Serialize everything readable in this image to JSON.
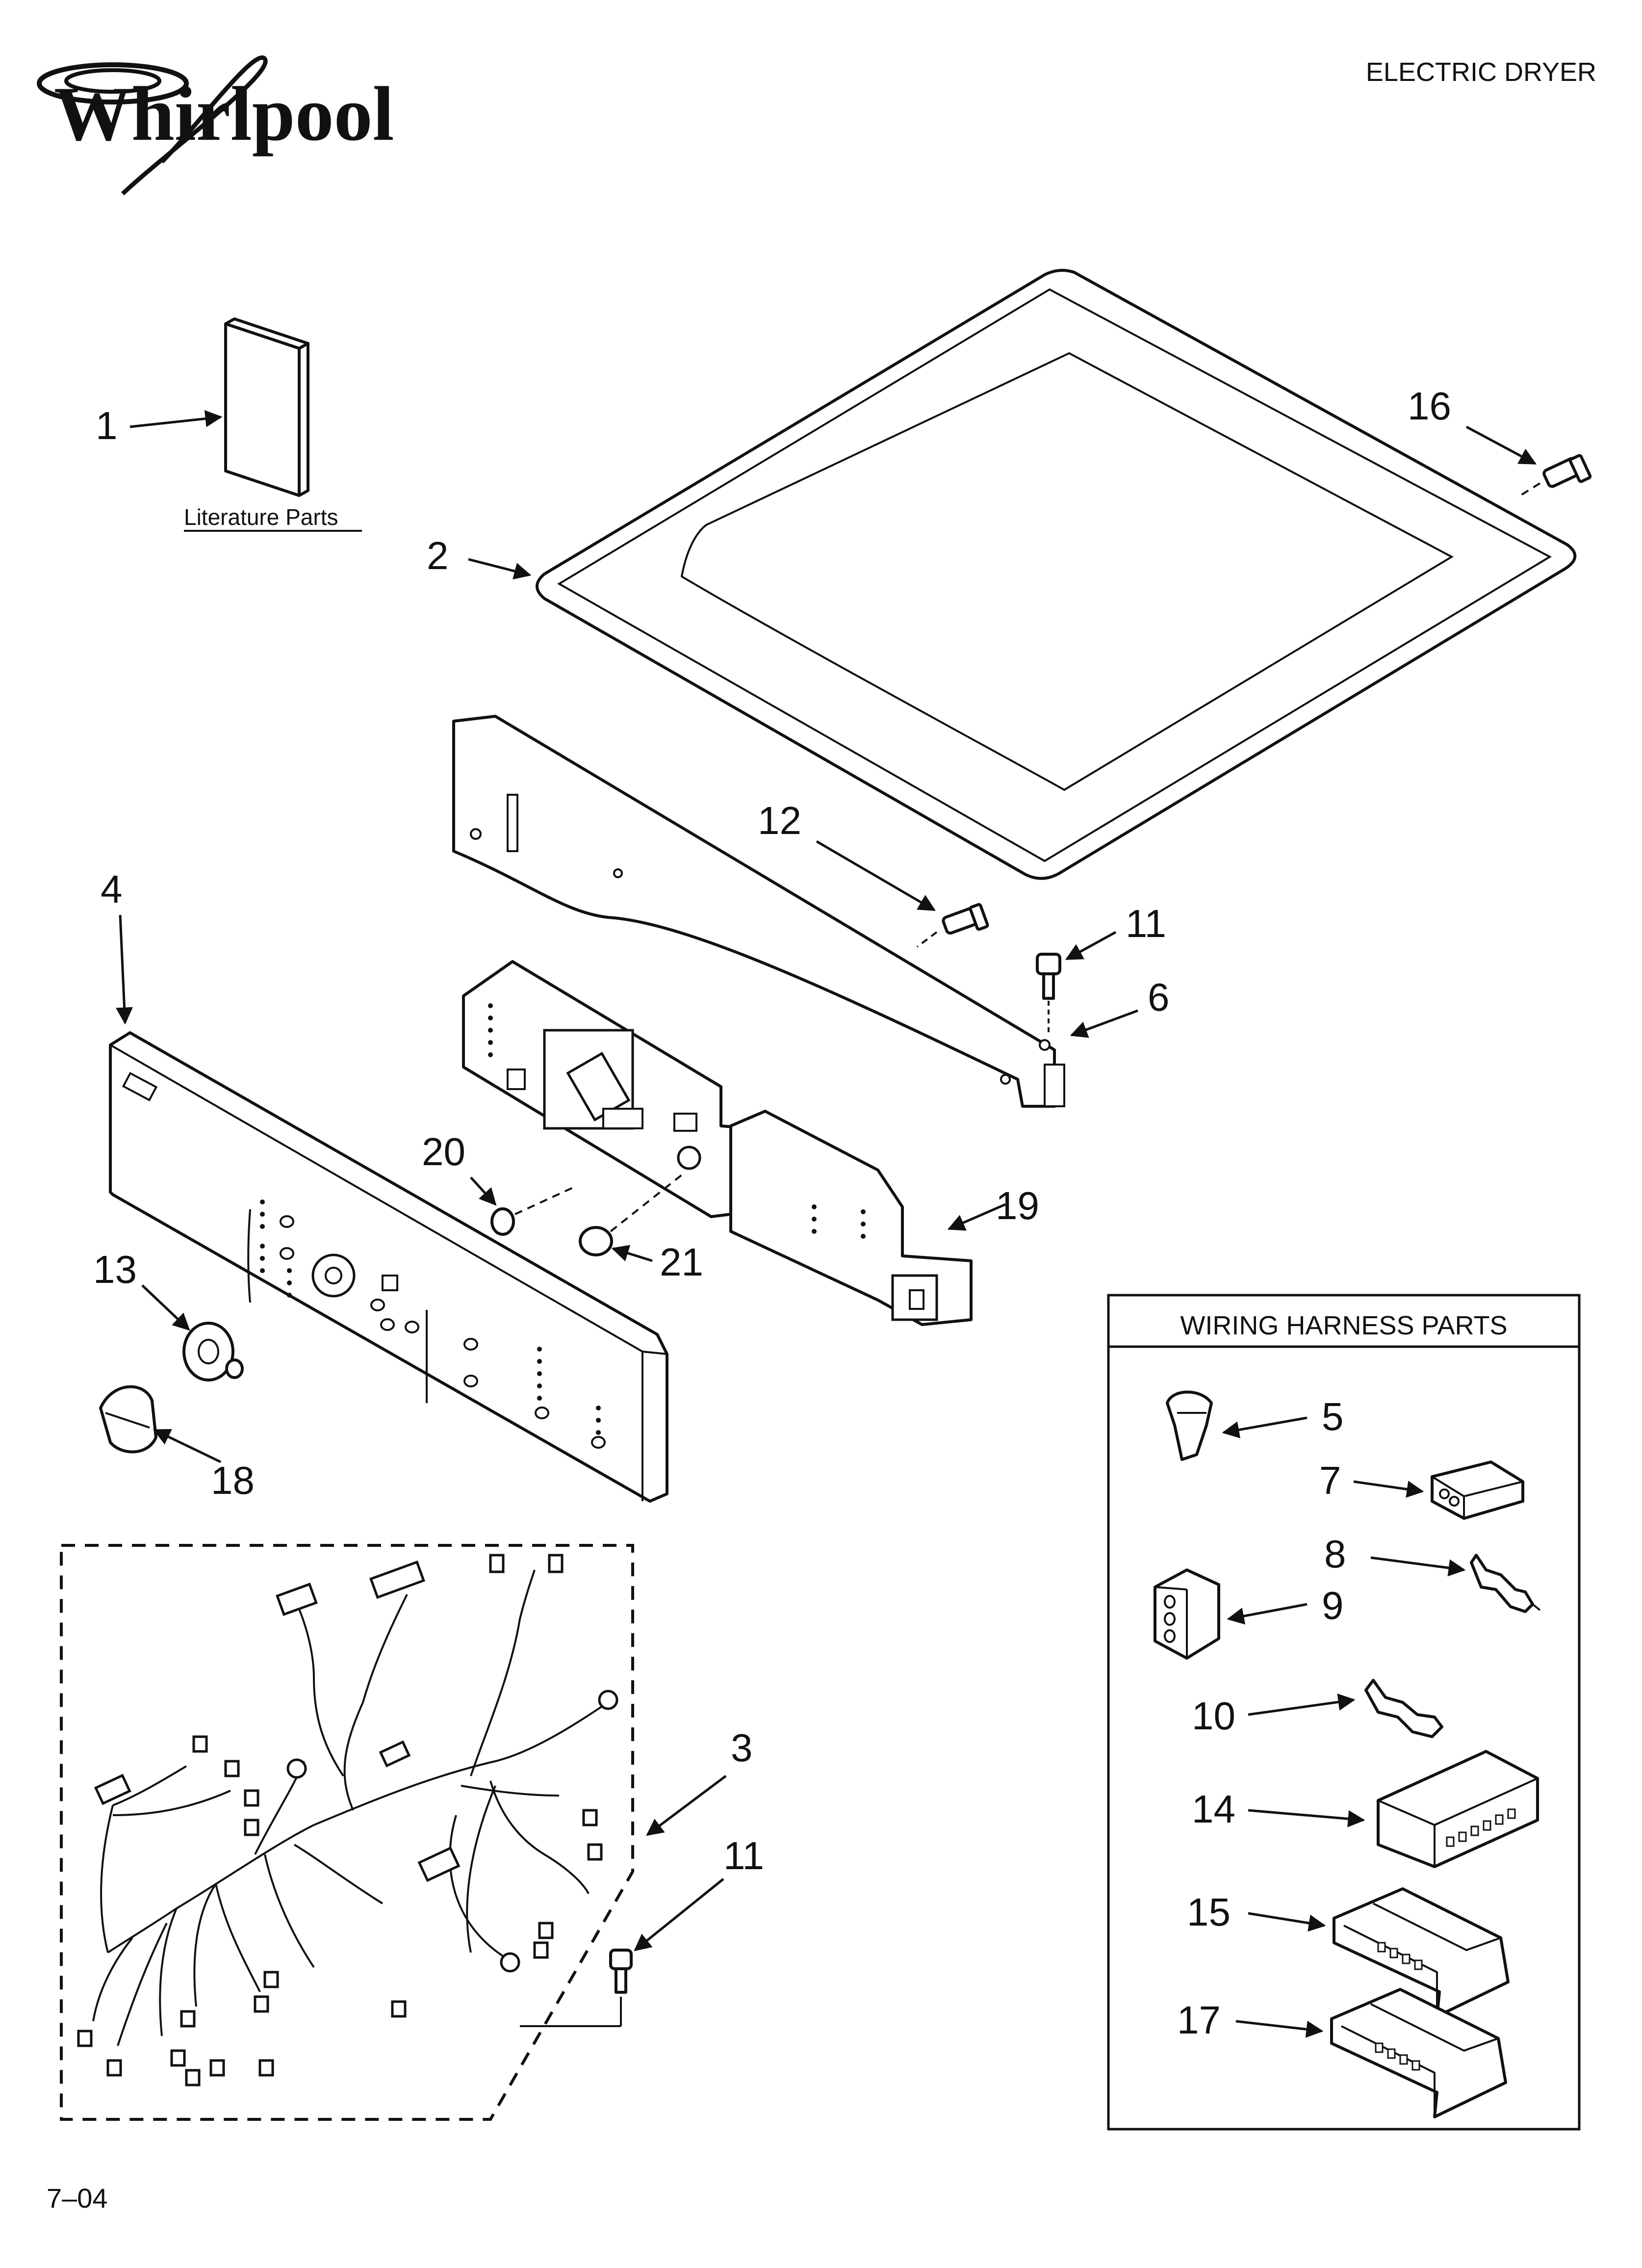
{
  "header": {
    "brand": "Whirlpool",
    "doc_title": "ELECTRIC DRYER"
  },
  "callouts": {
    "p1": "1",
    "p2": "2",
    "p3": "3",
    "p4": "4",
    "p5": "5",
    "p6": "6",
    "p7": "7",
    "p8": "8",
    "p9": "9",
    "p10": "10",
    "p11a": "11",
    "p11b": "11",
    "p12": "12",
    "p13": "13",
    "p14": "14",
    "p15": "15",
    "p16": "16",
    "p17": "17",
    "p18": "18",
    "p19": "19",
    "p20": "20",
    "p21": "21"
  },
  "literature_label": "Literature Parts",
  "wiring_box": {
    "title": "WIRING HARNESS PARTS"
  },
  "footer": {
    "code": "7–04"
  }
}
